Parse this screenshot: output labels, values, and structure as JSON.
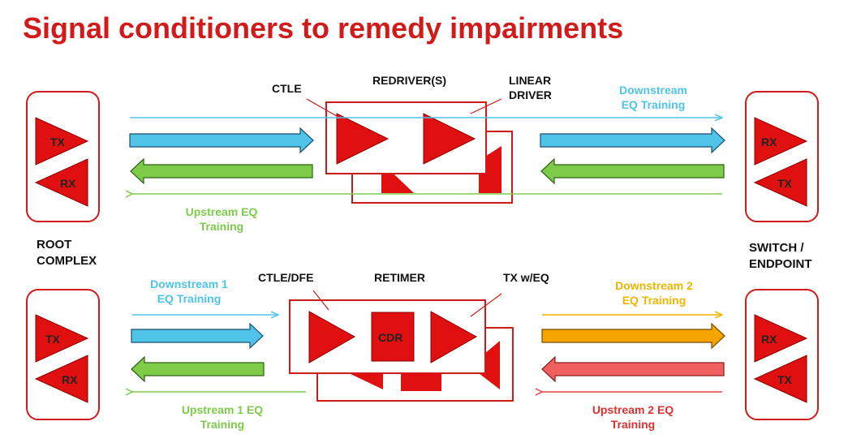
{
  "title": "Signal conditioners to remedy impairments",
  "colors": {
    "accent_red": "#d11a1a",
    "triangle_red": "#e01010",
    "cyan": "#4fc3e8",
    "green": "#7ecb4a",
    "orange": "#f0b400",
    "pink_red": "#e84444"
  },
  "top": {
    "ctle": "CTLE",
    "redriver": "REDRIVER(S)",
    "linear_driver": [
      "LINEAR",
      "DRIVER"
    ],
    "downstream": [
      "Downstream",
      "EQ Training"
    ],
    "upstream": [
      "Upstream EQ",
      "Training"
    ],
    "left_tx": "TX",
    "left_rx": "RX",
    "right_rx": "RX",
    "right_tx": "TX"
  },
  "bottom": {
    "ctle_dfe": "CTLE/DFE",
    "retimer": "RETIMER",
    "tx_eq": "TX w/EQ",
    "cdr": "CDR",
    "downstream1": [
      "Downstream 1",
      "EQ Training"
    ],
    "downstream2": [
      "Downstream 2",
      "EQ Training"
    ],
    "upstream1": [
      "Upstream 1 EQ",
      "Training"
    ],
    "upstream2": [
      "Upstream 2 EQ",
      "Training"
    ],
    "left_tx": "TX",
    "left_rx": "RX",
    "right_rx": "RX",
    "right_tx": "TX"
  },
  "root_complex": [
    "ROOT",
    "COMPLEX"
  ],
  "switch_endpoint": [
    "SWITCH /",
    "ENDPOINT"
  ]
}
